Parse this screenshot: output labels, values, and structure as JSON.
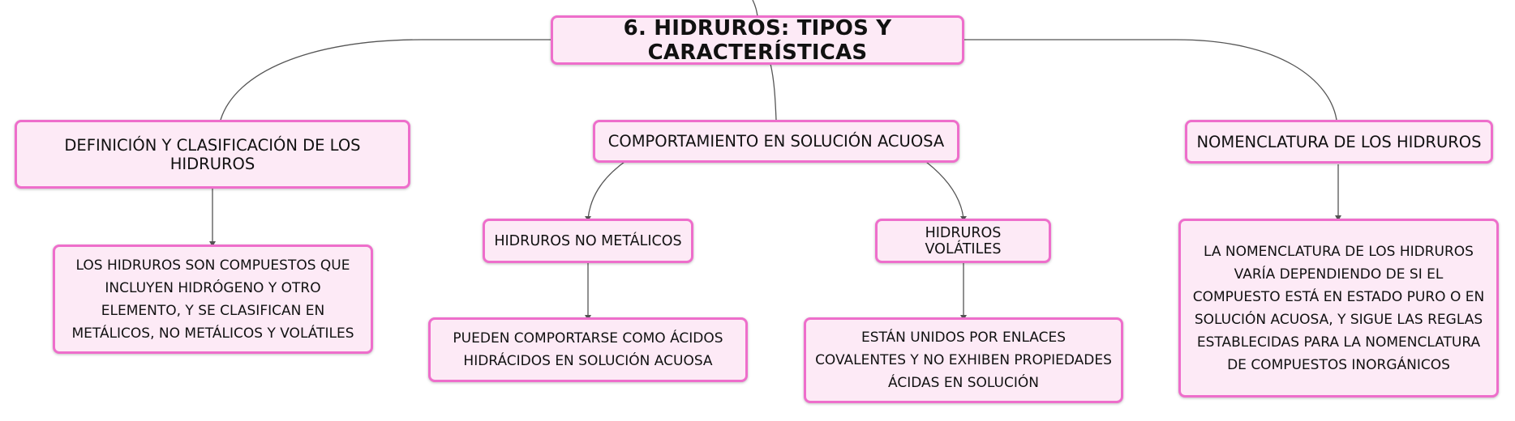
{
  "root": {
    "label": "6. HIDRUROS: TIPOS Y CARACTERÍSTICAS"
  },
  "branches": {
    "definicion": {
      "label": "DEFINICIÓN Y CLASIFICACIÓN DE LOS HIDRUROS",
      "detail": "LOS HIDRUROS SON COMPUESTOS QUE INCLUYEN HIDRÓGENO Y OTRO ELEMENTO, Y SE CLASIFICAN EN METÁLICOS, NO METÁLICOS Y VOLÁTILES"
    },
    "comportamiento": {
      "label": "COMPORTAMIENTO EN SOLUCIÓN ACUOSA",
      "no_metalicos": {
        "label": "HIDRUROS NO METÁLICOS",
        "detail": "PUEDEN COMPORTARSE COMO ÁCIDOS HIDRÁCIDOS EN SOLUCIÓN ACUOSA"
      },
      "volatiles": {
        "label": "HIDRUROS VOLÁTILES",
        "detail": "ESTÁN UNIDOS POR ENLACES COVALENTES Y NO EXHIBEN PROPIEDADES ÁCIDAS EN SOLUCIÓN"
      }
    },
    "nomenclatura": {
      "label": "NOMENCLATURA DE LOS HIDRUROS",
      "detail": "LA NOMENCLATURA DE LOS HIDRUROS VARÍA DEPENDIENDO DE SI EL COMPUESTO ESTÁ EN ESTADO PURO O EN SOLUCIÓN ACUOSA, Y SIGUE LAS REGLAS ESTABLECIDAS PARA LA NOMENCLATURA DE COMPUESTOS INORGÁNICOS"
    }
  },
  "colors": {
    "node_fill": "#fdeaf6",
    "node_border": "#ee6ecb",
    "connector": "#555555"
  }
}
